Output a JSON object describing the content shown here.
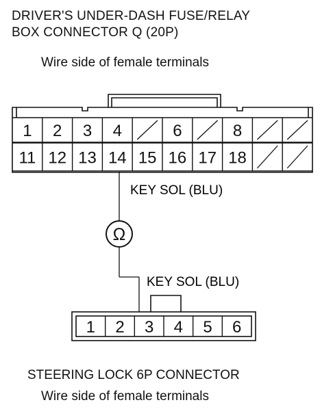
{
  "header": {
    "title_line1": "DRIVER'S UNDER-DASH FUSE/RELAY",
    "title_line2": "BOX CONNECTOR Q (20P)",
    "subtitle": "Wire side of female terminals"
  },
  "connector_q": {
    "row1": [
      "1",
      "2",
      "3",
      "4",
      "",
      "6",
      "",
      "8",
      "",
      ""
    ],
    "row2": [
      "11",
      "12",
      "13",
      "14",
      "15",
      "16",
      "17",
      "18",
      "",
      ""
    ]
  },
  "probe": {
    "from_terminal": "14",
    "to_terminal": "3",
    "wire_label_top": "KEY SOL (BLU)",
    "wire_label_bottom": "KEY SOL (BLU)",
    "meter_symbol": "Ω"
  },
  "connector_6p": {
    "pins": [
      "1",
      "2",
      "3",
      "4",
      "5",
      "6"
    ]
  },
  "footer": {
    "title": "STEERING LOCK 6P CONNECTOR",
    "subtitle": "Wire side of female terminals"
  }
}
